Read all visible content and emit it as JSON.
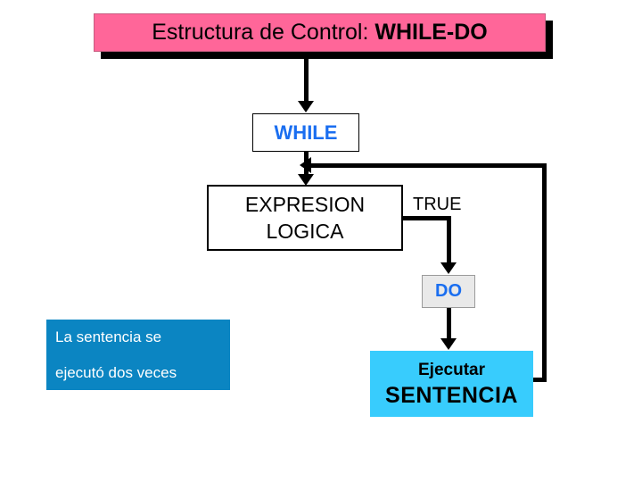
{
  "title": {
    "prefix": "Estructura de Control: ",
    "keyword": "WHILE-DO"
  },
  "nodes": {
    "while": {
      "label": "WHILE",
      "color": "#1a6ef0",
      "background": "#ffffff"
    },
    "condition": {
      "line1": "EXPRESION",
      "line2": "LOGICA",
      "background": "#ffffff"
    },
    "true_branch_label": "TRUE",
    "do": {
      "label": "DO",
      "color": "#1a6ef0",
      "background": "#e9e9e9"
    },
    "statement": {
      "line1": "Ejecutar",
      "line2": "SENTENCIA",
      "background": "#38ccfd"
    }
  },
  "note": {
    "line1": "La sentencia se",
    "line2": "ejecutó dos veces",
    "background": "#0b85c2",
    "color": "#ffffff"
  },
  "colors": {
    "title_background": "#ff6699",
    "title_text": "#000000",
    "connector": "#000000"
  }
}
